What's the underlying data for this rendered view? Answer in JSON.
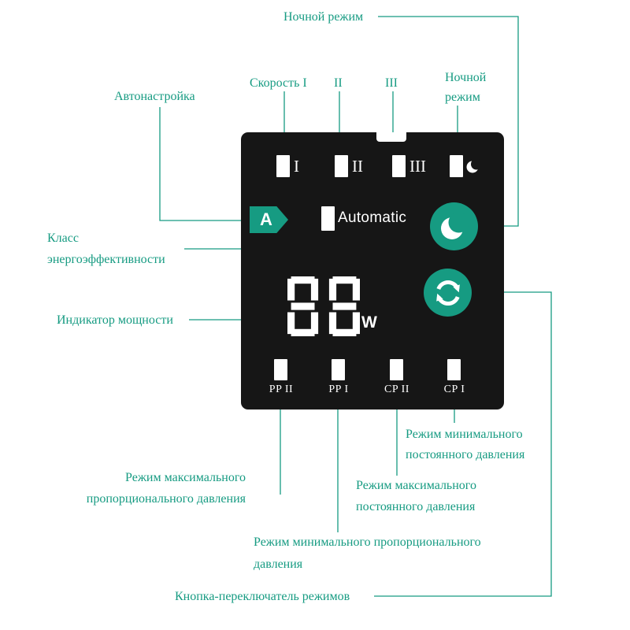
{
  "colors": {
    "accent": "#169b82",
    "panel_bg": "#161616",
    "indicator": "#ffffff"
  },
  "labels": {
    "night_top": "Ночной режим",
    "speed1": "Скорость I",
    "speed2": "II",
    "speed3": "III",
    "night_right": [
      "Ночной",
      "режим"
    ],
    "autotune": "Автонастройка",
    "energy_class": [
      "Класс",
      "энергоэффективности"
    ],
    "power_indicator": "Индикатор мощности",
    "cp1": [
      "Режим минимального",
      "постоянного давления"
    ],
    "pp2": [
      "Режим максимального",
      "пропорционального давления"
    ],
    "cp2": [
      "Режим максимального",
      "постоянного давления"
    ],
    "pp1": [
      "Режим минимального пропорционального",
      "давления"
    ],
    "mode_button": "Кнопка-переключатель режимов"
  },
  "panel": {
    "speed_indicators": [
      "I",
      "II",
      "III"
    ],
    "auto_badge": "A",
    "automatic": "Automatic",
    "power_value": "88",
    "power_unit": "W",
    "modes": [
      "PP II",
      "PP I",
      "CP II",
      "CP I"
    ]
  },
  "icons": {
    "night": "moon-icon",
    "mode_switch": "rotate-arrows-icon"
  }
}
